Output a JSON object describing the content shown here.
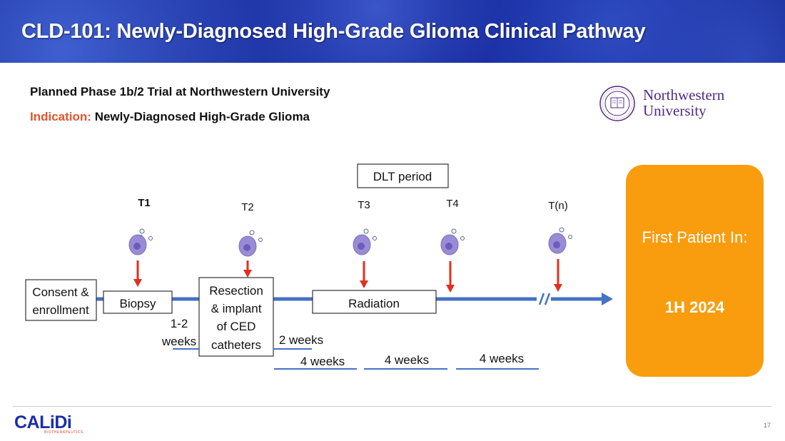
{
  "slide": {
    "title": "CLD-101: Newly-Diagnosed High-Grade Glioma Clinical Pathway",
    "subtitle": "Planned Phase 1b/2 Trial at Northwestern University",
    "indication_label": "Indication:",
    "indication_value": "Newly-Diagnosed High-Grade Glioma",
    "page_number": "17"
  },
  "partner_logo": {
    "line1": "Northwestern",
    "line2": "University",
    "seal_text": "NORTHWESTERN UNIVERSITY",
    "seal_year": "1851",
    "color": "#4e2a84"
  },
  "pathway": {
    "dlt_label": "DLT period",
    "timepoints": [
      "T1",
      "T2",
      "T3",
      "T4",
      "T(n)"
    ],
    "steps": {
      "consent": [
        "Consent &",
        "enrollment"
      ],
      "biopsy": "Biopsy",
      "resection": [
        "Resection",
        "& implant",
        "of CED",
        "catheters"
      ],
      "radiation": "Radiation"
    },
    "intervals": {
      "i1": [
        "1-2",
        "weeks"
      ],
      "i2": "2 weeks",
      "i3": "4 weeks",
      "i4": "4 weeks",
      "i5": "4 weeks"
    },
    "colors": {
      "timeline": "#4472c4",
      "arrow": "#e0301e",
      "cell": "#9a8bd6"
    }
  },
  "first_patient": {
    "label": "First Patient In:",
    "value": "1H 2024",
    "color": "#f99d0e"
  },
  "brand": {
    "name": "CALiDi",
    "tagline": "BIOTHERAPEUTICS",
    "color": "#1b2ea8"
  }
}
